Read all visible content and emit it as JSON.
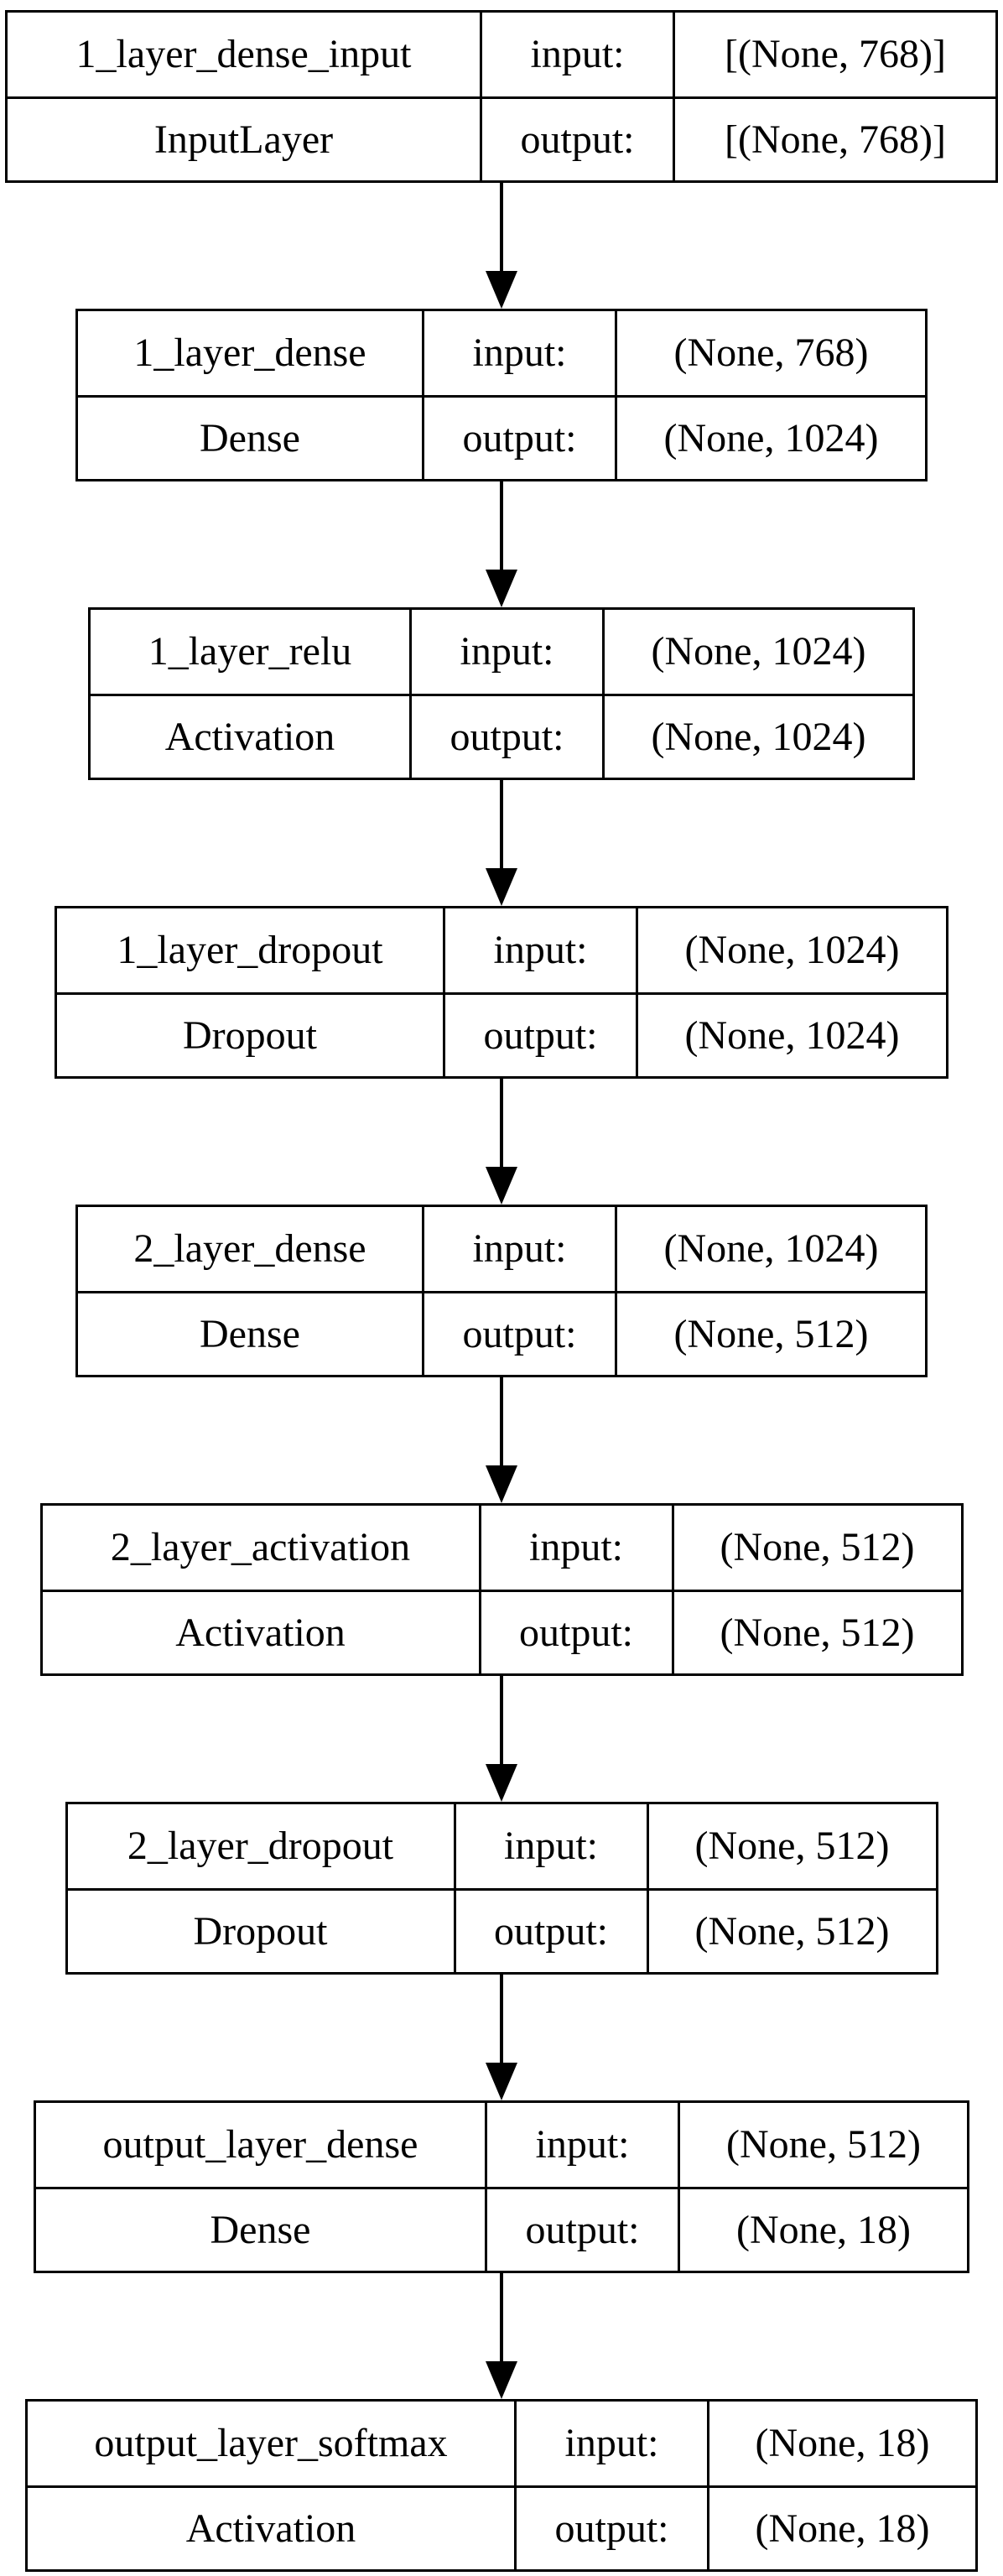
{
  "diagram": {
    "kind": "keras-model-architecture",
    "labels": {
      "input": "input:",
      "output": "output:"
    },
    "colors": {
      "border": "#000000",
      "background": "#ffffff",
      "text": "#000000",
      "arrow": "#000000"
    },
    "nodes": [
      {
        "name": "1_layer_dense_input",
        "type": "InputLayer",
        "input_shape": "[(None, 768)]",
        "output_shape": "[(None, 768)]"
      },
      {
        "name": "1_layer_dense",
        "type": "Dense",
        "input_shape": "(None, 768)",
        "output_shape": "(None, 1024)"
      },
      {
        "name": "1_layer_relu",
        "type": "Activation",
        "input_shape": "(None, 1024)",
        "output_shape": "(None, 1024)"
      },
      {
        "name": "1_layer_dropout",
        "type": "Dropout",
        "input_shape": "(None, 1024)",
        "output_shape": "(None, 1024)"
      },
      {
        "name": "2_layer_dense",
        "type": "Dense",
        "input_shape": "(None, 1024)",
        "output_shape": "(None, 512)"
      },
      {
        "name": "2_layer_activation",
        "type": "Activation",
        "input_shape": "(None, 512)",
        "output_shape": "(None, 512)"
      },
      {
        "name": "2_layer_dropout",
        "type": "Dropout",
        "input_shape": "(None, 512)",
        "output_shape": "(None, 512)"
      },
      {
        "name": "output_layer_dense",
        "type": "Dense",
        "input_shape": "(None, 512)",
        "output_shape": "(None, 18)"
      },
      {
        "name": "output_layer_softmax",
        "type": "Activation",
        "input_shape": "(None, 18)",
        "output_shape": "(None, 18)"
      }
    ]
  }
}
